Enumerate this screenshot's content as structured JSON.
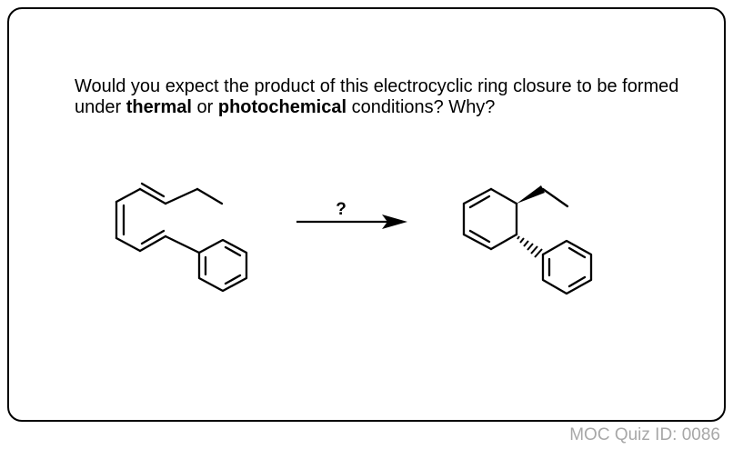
{
  "question": {
    "part1": "Would you expect the product of this electrocyclic ring closure to be formed under ",
    "bold1": "thermal",
    "part2": " or ",
    "bold2": "photochemical",
    "part3": " conditions?  Why?"
  },
  "reaction": {
    "arrow_label": "?"
  },
  "footer": {
    "quiz_id": "MOC Quiz ID: 0086"
  }
}
